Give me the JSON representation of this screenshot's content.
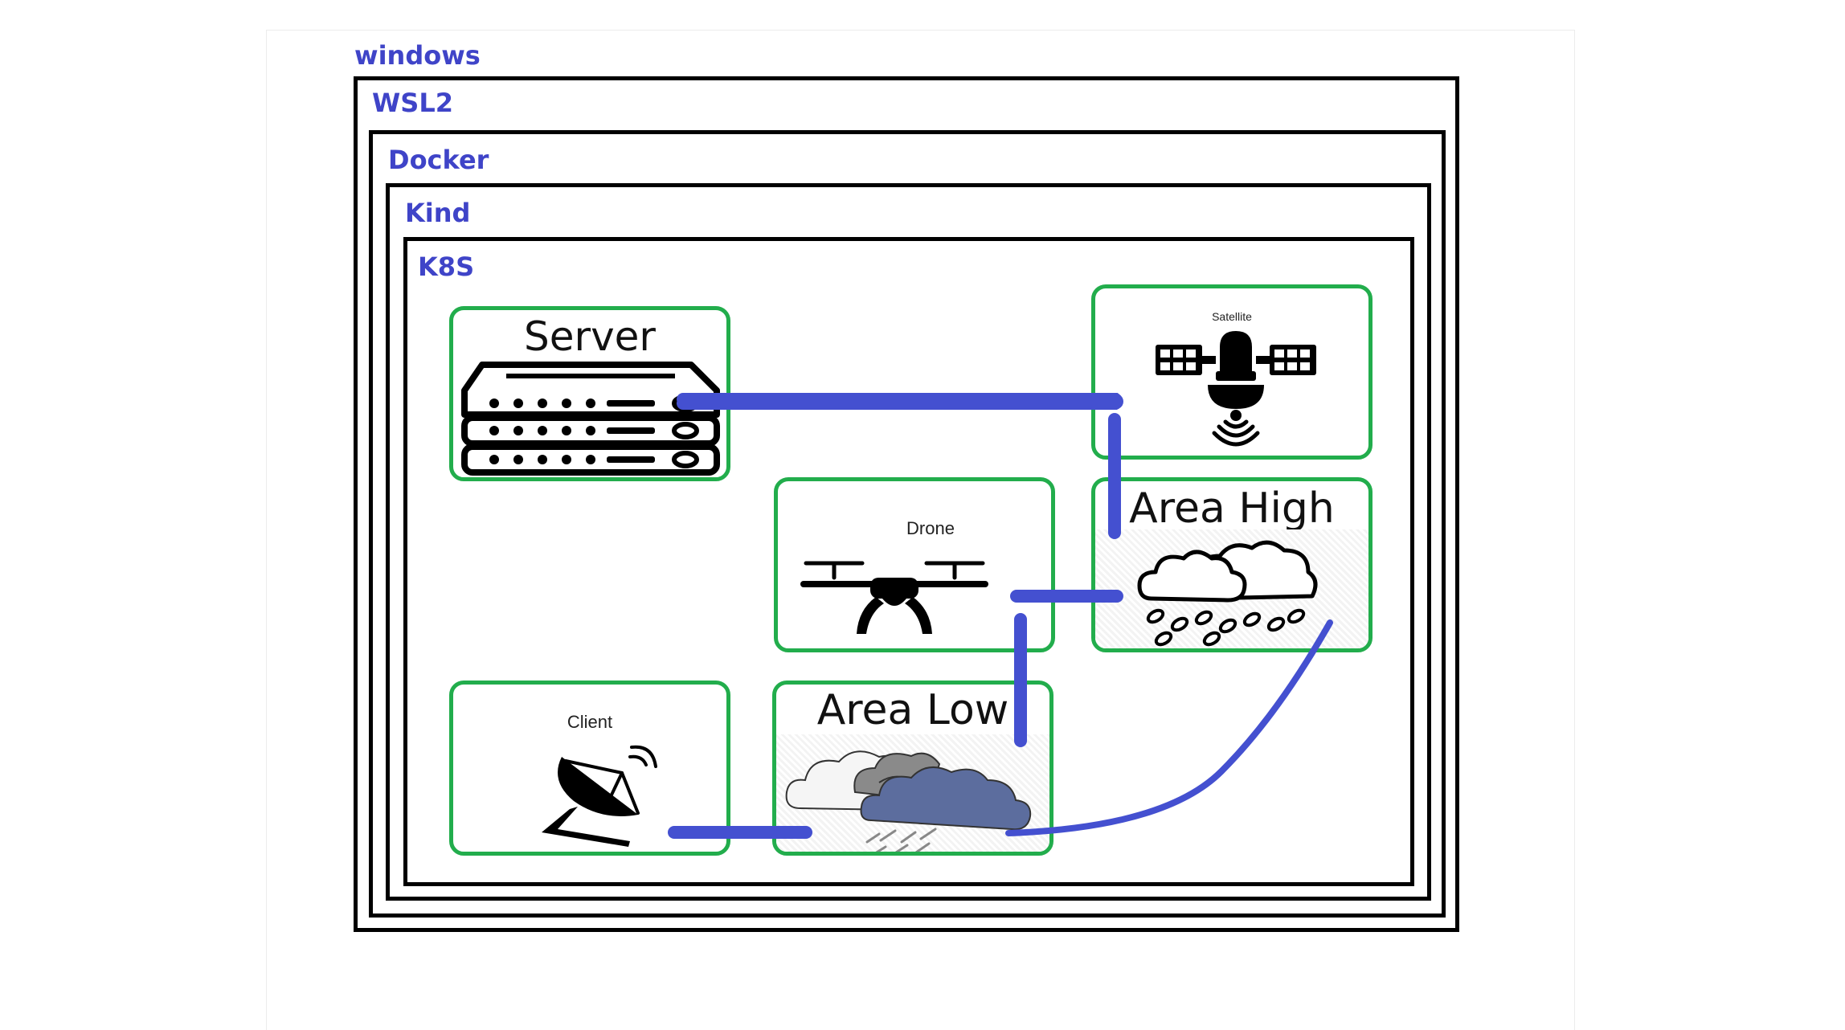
{
  "layers": {
    "windows": "windows",
    "wsl2": "WSL2",
    "docker": "Docker",
    "kind": "Kind",
    "k8s": "K8S"
  },
  "nodes": {
    "server": "Server",
    "satellite": "Satellite",
    "drone": "Drone",
    "area_high": "Area High",
    "client": "Client",
    "area_low": "Area Low"
  },
  "colors": {
    "layer_label": "#3f44c8",
    "frame": "#000000",
    "node_border": "#22ad4c",
    "link": "#4450d0"
  },
  "icons": {
    "server": "server-rack-icon",
    "satellite": "satellite-icon",
    "drone": "drone-icon",
    "area_high": "rain-cloud-icon",
    "client": "satellite-dish-icon",
    "area_low": "storm-cloud-icon"
  }
}
